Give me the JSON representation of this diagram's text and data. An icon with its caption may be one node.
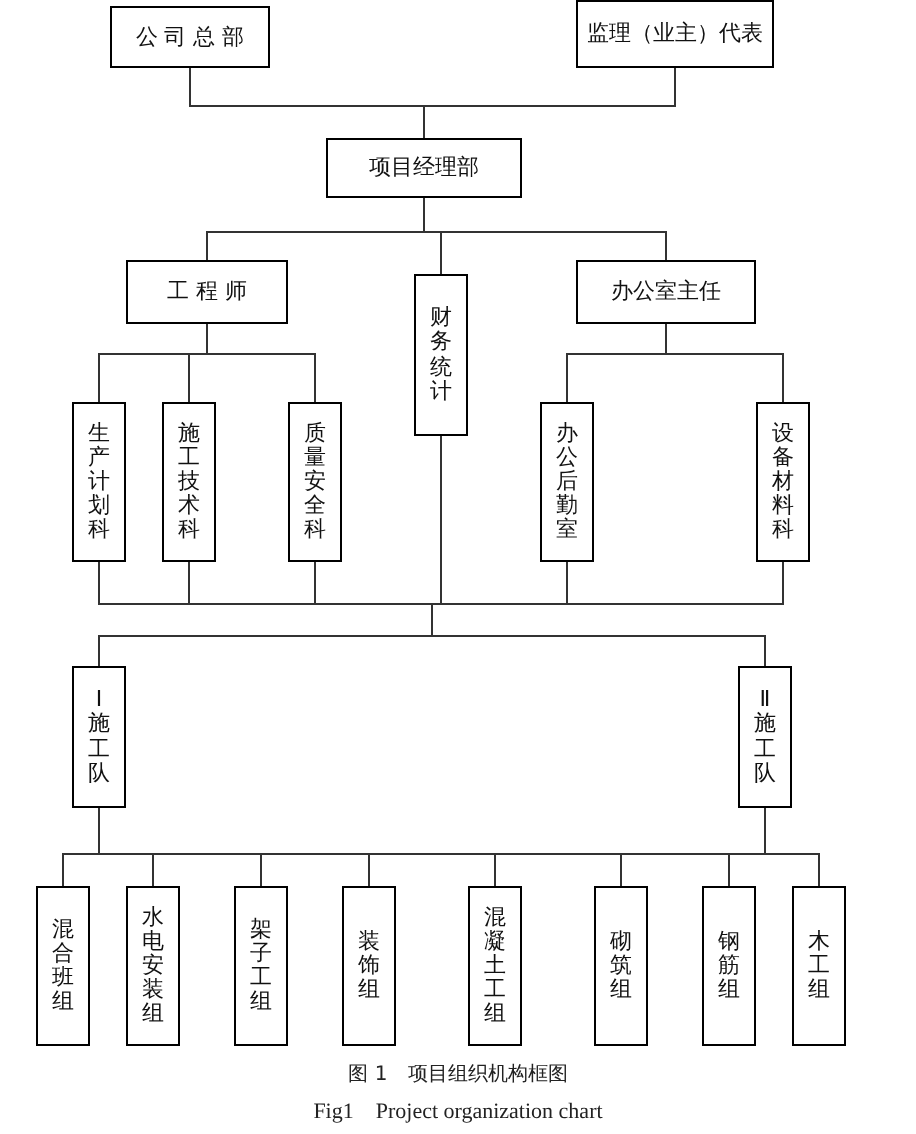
{
  "diagram": {
    "caption": "图 1　项目组织机构框图",
    "nodes": [
      {
        "text": [
          "公 司 总 部"
        ]
      },
      {
        "text": [
          "监理（业主）代表"
        ]
      },
      {
        "text": [
          "项目经理部"
        ]
      },
      {
        "text": [
          "工 程 师"
        ]
      },
      {
        "text": [
          "财务统计"
        ]
      },
      {
        "text": [
          "办公室主任"
        ]
      },
      {
        "text": [
          "生产计划科"
        ]
      },
      {
        "text": [
          "施工技术科"
        ]
      },
      {
        "text": [
          "质量安全科"
        ]
      },
      {
        "text": [
          "办公后勤室"
        ]
      },
      {
        "text": [
          "设备材料科"
        ]
      },
      {
        "text": [
          "Ⅰ施工队"
        ]
      },
      {
        "text": [
          "Ⅱ施工队"
        ]
      },
      {
        "text": [
          "混合班组"
        ]
      },
      {
        "text": [
          "水电安装组"
        ]
      },
      {
        "text": [
          "架子工组"
        ]
      },
      {
        "text": [
          "装饰组"
        ]
      },
      {
        "text": [
          "混凝土工组"
        ]
      },
      {
        "text": [
          "砌筑组"
        ]
      },
      {
        "text": [
          "钢筋组"
        ]
      },
      {
        "text": [
          "木工组"
        ]
      }
    ],
    "edges": [
      {
        "from": 0,
        "to": 2,
        "arrow": "none"
      },
      {
        "from": 1,
        "to": 2,
        "arrow": "none"
      },
      {
        "from": 2,
        "to": 3,
        "arrow": "none"
      },
      {
        "from": 2,
        "to": 4,
        "arrow": "none"
      },
      {
        "from": 2,
        "to": 5,
        "arrow": "none"
      },
      {
        "from": 3,
        "to": 6,
        "arrow": "none"
      },
      {
        "from": 3,
        "to": 7,
        "arrow": "none"
      },
      {
        "from": 3,
        "to": 8,
        "arrow": "none"
      },
      {
        "from": 5,
        "to": 9,
        "arrow": "none"
      },
      {
        "from": 5,
        "to": 10,
        "arrow": "none"
      },
      {
        "from": 6,
        "to": 11,
        "arrow": "none"
      },
      {
        "from": 7,
        "to": 11,
        "arrow": "none"
      },
      {
        "from": 8,
        "to": 11,
        "arrow": "none"
      },
      {
        "from": 4,
        "to": 11,
        "arrow": "none"
      },
      {
        "from": 9,
        "to": 11,
        "arrow": "none"
      },
      {
        "from": 10,
        "to": 11,
        "arrow": "none"
      },
      {
        "from": 6,
        "to": 12,
        "arrow": "none"
      },
      {
        "from": 7,
        "to": 12,
        "arrow": "none"
      },
      {
        "from": 8,
        "to": 12,
        "arrow": "none"
      },
      {
        "from": 4,
        "to": 12,
        "arrow": "none"
      },
      {
        "from": 9,
        "to": 12,
        "arrow": "none"
      },
      {
        "from": 10,
        "to": 12,
        "arrow": "none"
      },
      {
        "from": 11,
        "to": 13,
        "arrow": "none"
      },
      {
        "from": 11,
        "to": 14,
        "arrow": "none"
      },
      {
        "from": 11,
        "to": 15,
        "arrow": "none"
      },
      {
        "from": 11,
        "to": 16,
        "arrow": "none"
      },
      {
        "from": 11,
        "to": 17,
        "arrow": "none"
      },
      {
        "from": 11,
        "to": 18,
        "arrow": "none"
      },
      {
        "from": 11,
        "to": 19,
        "arrow": "none"
      },
      {
        "from": 11,
        "to": 20,
        "arrow": "none"
      },
      {
        "from": 12,
        "to": 13,
        "arrow": "none"
      },
      {
        "from": 12,
        "to": 14,
        "arrow": "none"
      },
      {
        "from": 12,
        "to": 15,
        "arrow": "none"
      },
      {
        "from": 12,
        "to": 16,
        "arrow": "none"
      },
      {
        "from": 12,
        "to": 17,
        "arrow": "none"
      },
      {
        "from": 12,
        "to": 18,
        "arrow": "none"
      },
      {
        "from": 12,
        "to": 19,
        "arrow": "none"
      },
      {
        "from": 12,
        "to": 20,
        "arrow": "none"
      }
    ],
    "labels": [
      "Fig1　Project organization chart"
    ]
  }
}
